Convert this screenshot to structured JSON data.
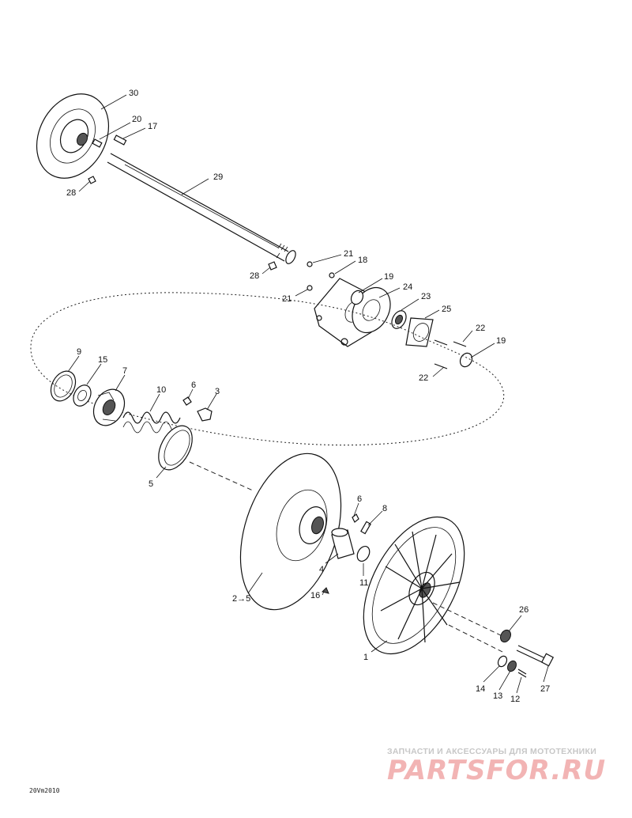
{
  "callouts": {
    "c30": "30",
    "c20": "20",
    "c17": "17",
    "c29": "29",
    "c28a": "28",
    "c28b": "28",
    "c21a": "21",
    "c18": "18",
    "c21b": "21",
    "c19a": "19",
    "c24": "24",
    "c23": "23",
    "c25": "25",
    "c22a": "22",
    "c19b": "19",
    "c22b": "22",
    "c9": "9",
    "c15": "15",
    "c7": "7",
    "c10": "10",
    "c6a": "6",
    "c3": "3",
    "c5": "5",
    "c6b": "6",
    "c8": "8",
    "c4": "4",
    "c11": "11",
    "c16": "16",
    "c2to5": "2→5",
    "c26": "26",
    "c1": "1",
    "c14": "14",
    "c13": "13",
    "c12": "12",
    "c27": "27"
  },
  "footer": {
    "code": "20Vm2010"
  },
  "watermark": {
    "subtitle": "ЗАПЧАСТИ И АКСЕССУАРЫ ДЛЯ МОТОТЕХНИКИ",
    "brand": "PARTSFOR.RU"
  }
}
